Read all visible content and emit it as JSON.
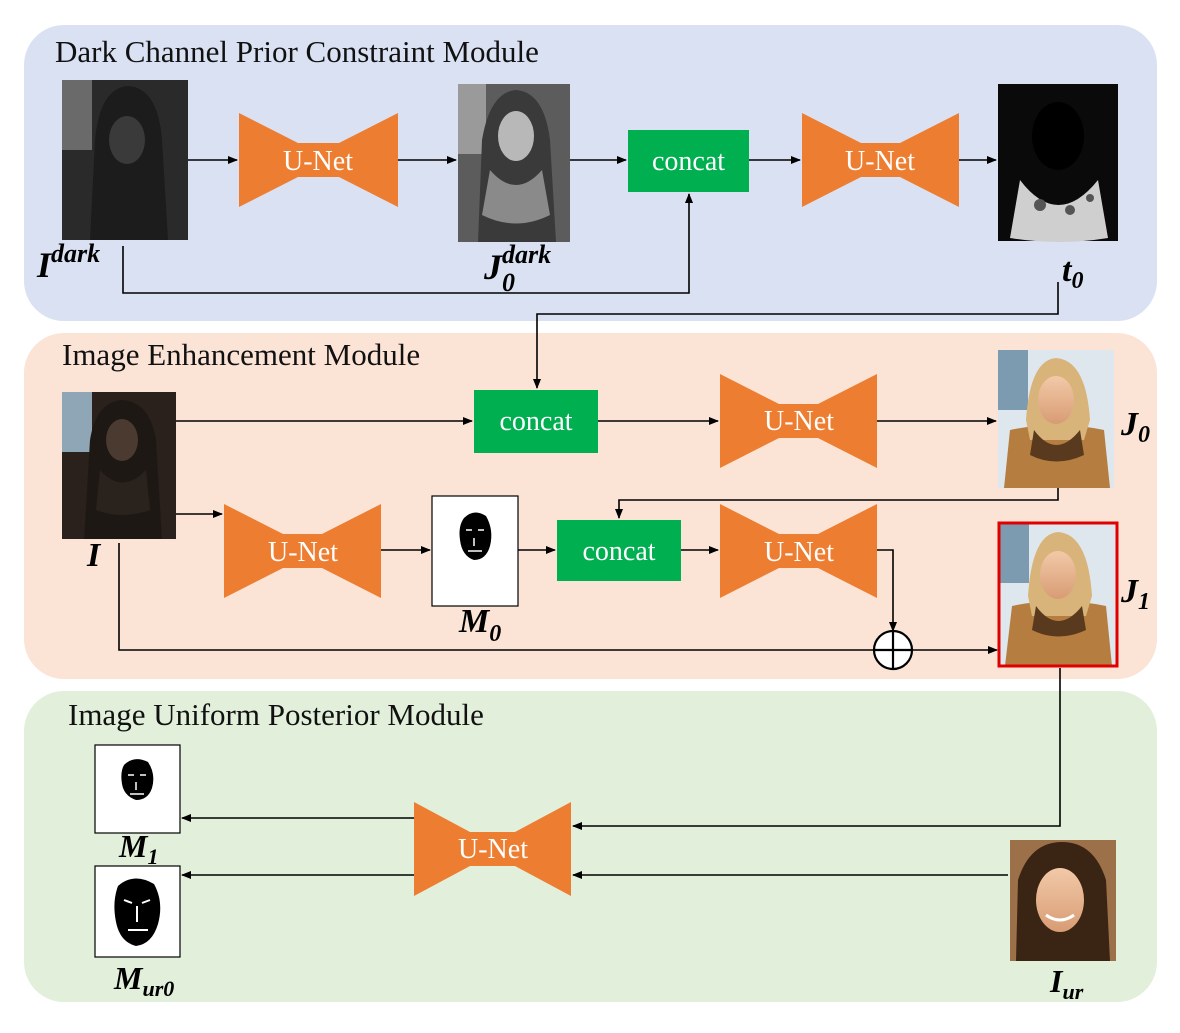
{
  "modules": {
    "dark": {
      "title": "Dark Channel Prior Constraint Module",
      "color": "#d9e1f2"
    },
    "enhance": {
      "title": "Image Enhancement Module",
      "color": "#fbe3d6"
    },
    "posterior": {
      "title": "Image Uniform Posterior Module",
      "color": "#e2efda"
    }
  },
  "blocks": {
    "unet_label": "U-Net",
    "concat_label": "concat",
    "unet_color": "#ed7d31",
    "concat_color": "#00b050"
  },
  "labels": {
    "i_dark": {
      "base": "I",
      "sup": "dark"
    },
    "j0_dark": {
      "base": "J",
      "sub": "0",
      "sup": "dark"
    },
    "t0": {
      "base": "t",
      "sub": "0"
    },
    "j0": {
      "base": "J",
      "sub": "0"
    },
    "i": {
      "base": "I"
    },
    "m0": {
      "base": "M",
      "sub": "0"
    },
    "j1": {
      "base": "J",
      "sub": "1"
    },
    "m1": {
      "base": "M",
      "sub": "1"
    },
    "mur0": {
      "base": "M",
      "sub": "ur0"
    },
    "iur": {
      "base": "I",
      "sub": "ur"
    }
  },
  "images": {
    "i_dark": "dark-channel-image",
    "j0_dark": "dark-channel-estimate",
    "t0": "transmission-map",
    "i": "low-light-input",
    "j0": "enhanced-image-j0",
    "j1": "enhanced-image-j1",
    "m0": "face-mask-m0",
    "m1": "face-mask-m1",
    "mur0": "face-mask-mur0",
    "iur": "uniform-reference-image"
  },
  "highlight_color": "#e00000"
}
